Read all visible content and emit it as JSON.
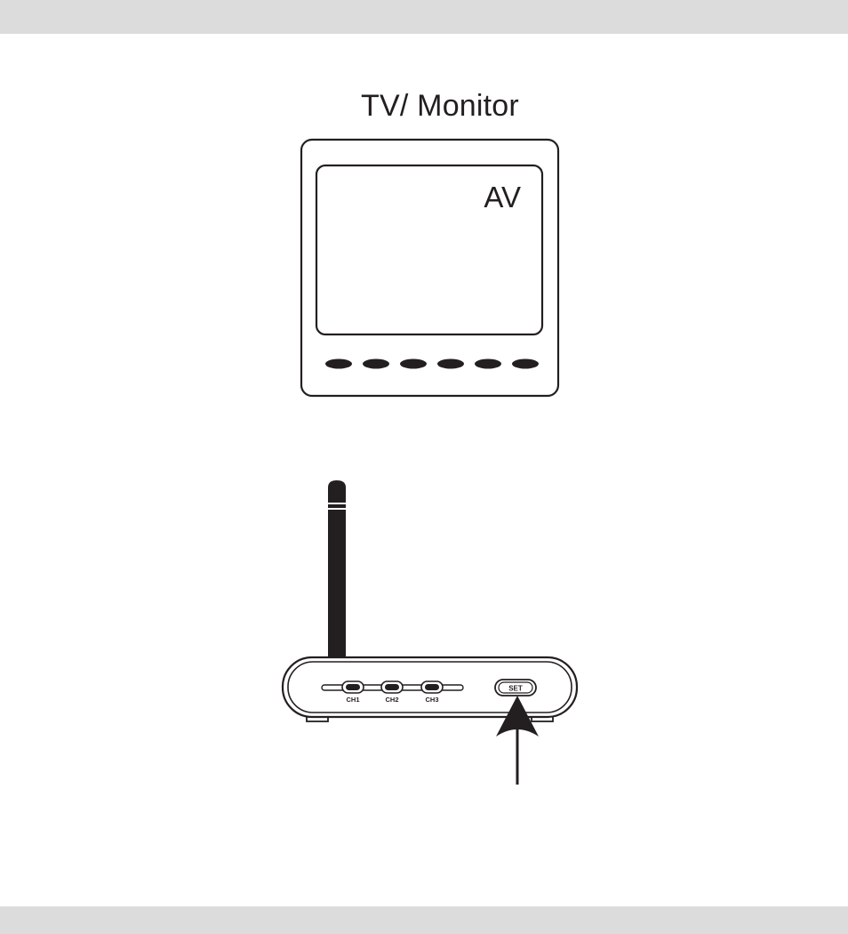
{
  "colors": {
    "band": "#dcdcdd",
    "ink": "#231f20",
    "screen_ink": "#231f20"
  },
  "header_band": {
    "icon": "top-gray-band"
  },
  "footer_band": {
    "icon": "bottom-gray-band"
  },
  "tv_monitor": {
    "title": "TV/ Monitor",
    "screen_text": "AV",
    "button_count": 6
  },
  "receiver": {
    "channel_labels": [
      "CH1",
      "CH2",
      "CH3"
    ],
    "set_button_label": "SET",
    "icons": [
      "antenna-icon",
      "arrow-up-icon"
    ]
  }
}
